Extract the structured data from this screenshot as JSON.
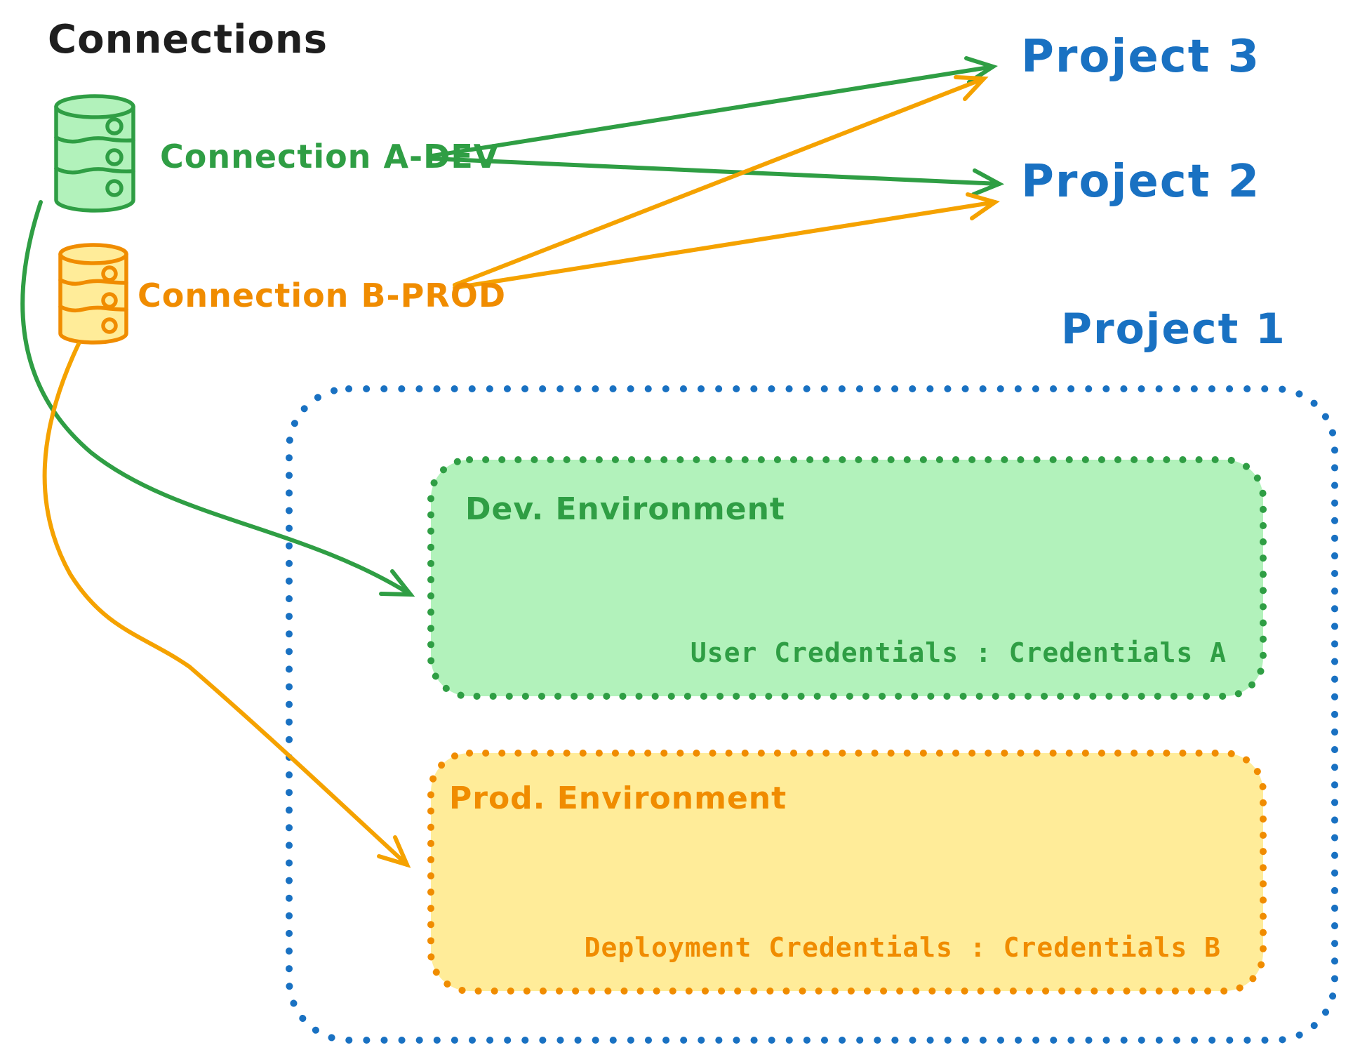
{
  "title": "Connections",
  "colors": {
    "green_stroke": "#2f9e44",
    "green_fill": "#b2f2bb",
    "orange_stroke": "#f08c00",
    "orange_arrow": "#f5a200",
    "yellow_fill": "#ffec99",
    "blue": "#1971c2",
    "title_black": "#1e1e1e"
  },
  "connections": [
    {
      "label": "Connection A-DEV"
    },
    {
      "label": "Connection B-PROD"
    }
  ],
  "projects": [
    {
      "label": "Project 3"
    },
    {
      "label": "Project 2"
    },
    {
      "label": "Project 1"
    }
  ],
  "project1_detail": {
    "dev": {
      "title": "Dev. Environment",
      "credentials": "User Credentials : Credentials A"
    },
    "prod": {
      "title": "Prod. Environment",
      "credentials": "Deployment Credentials : Credentials B"
    }
  },
  "edges": [
    {
      "from": "Connection A-DEV",
      "to": "Project 3",
      "color": "#2f9e44"
    },
    {
      "from": "Connection A-DEV",
      "to": "Project 2",
      "color": "#2f9e44"
    },
    {
      "from": "Connection B-PROD",
      "to": "Project 3",
      "color": "#f5a200"
    },
    {
      "from": "Connection B-PROD",
      "to": "Project 2",
      "color": "#f5a200"
    },
    {
      "from": "Connection A-DEV",
      "to": "Dev. Environment",
      "color": "#2f9e44"
    },
    {
      "from": "Connection B-PROD",
      "to": "Prod. Environment",
      "color": "#f5a200"
    }
  ]
}
